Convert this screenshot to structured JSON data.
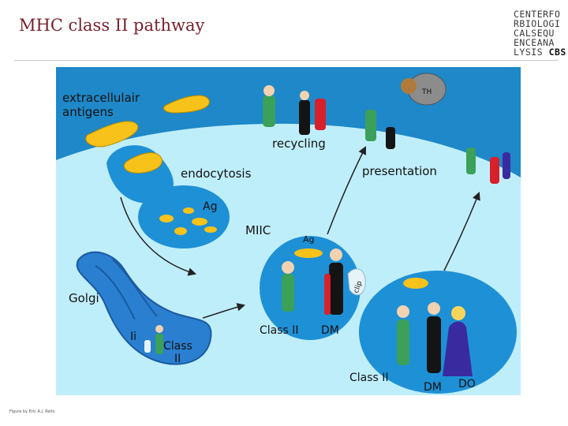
{
  "slide": {
    "title": "MHC class II pathway",
    "credit": "Figure by Eric A.J. Reits"
  },
  "logo": {
    "lines": [
      "CENTERFO",
      "RBIOLOGI",
      "CALSEQU",
      "ENCEANA"
    ],
    "last_line": "LYSIS",
    "mark": "CBS"
  },
  "diagram": {
    "labels": {
      "extracellular_line1": "extracellulair",
      "extracellular_line2": "antigens",
      "recycling": "recycling",
      "endocytosis": "endocytosis",
      "presentation": "presentation",
      "ag_endosome": "Ag",
      "miic": "MIIC",
      "ag_miic": "Ag",
      "golgi": "Golgi",
      "ii": "Ii",
      "class_ii_golgi_line1": "Class",
      "class_ii_golgi_line2": "II",
      "class_ii_miic": "Class II",
      "dm_miic": "DM",
      "clip": "clip",
      "class_ii_vesicle": "Class II",
      "dm_vesicle": "DM",
      "do_vesicle": "DO",
      "th": "TH"
    },
    "colors": {
      "extracellular": "#1e88c8",
      "cytoplasm": "#bfeefb",
      "vesicle": "#1e90d6",
      "golgi": "#2a7fd0",
      "antigen": "#f7c21a",
      "character_green": "#3aa05a",
      "character_black": "#141414",
      "character_red": "#d8202a",
      "character_purple": "#3a2aa0"
    }
  }
}
